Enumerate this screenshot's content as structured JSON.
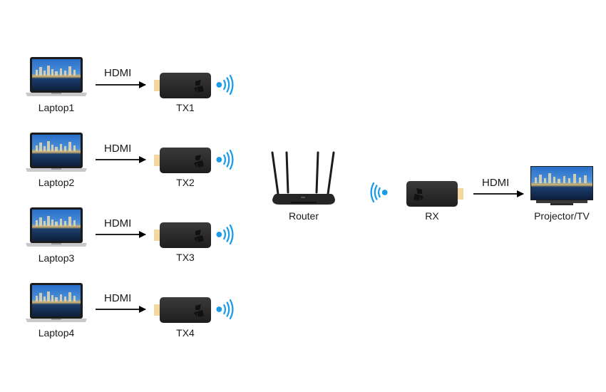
{
  "diagram": {
    "sources": [
      {
        "device": "Laptop1",
        "link": "HDMI",
        "transmitter": "TX1"
      },
      {
        "device": "Laptop2",
        "link": "HDMI",
        "transmitter": "TX2"
      },
      {
        "device": "Laptop3",
        "link": "HDMI",
        "transmitter": "TX3"
      },
      {
        "device": "Laptop4",
        "link": "HDMI",
        "transmitter": "TX4"
      }
    ],
    "hub": {
      "label": "Router"
    },
    "receiver": {
      "label": "RX"
    },
    "output_link": "HDMI",
    "display": {
      "label": "Projector/TV"
    },
    "colors": {
      "wifi": "#1a9be6",
      "dongle": "#2b2b2b",
      "hdmi_plug": "#f3d9a0",
      "arrow": "#000000"
    }
  }
}
